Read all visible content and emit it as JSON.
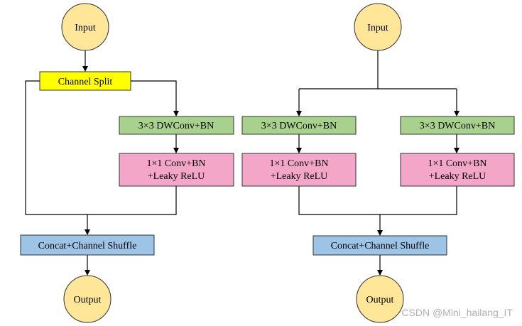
{
  "left": {
    "input": "Input",
    "channel_split": "Channel Split",
    "dwconv": "3×3 DWConv+BN",
    "conv_line1": "1×1 Conv+BN",
    "conv_line2": "+Leaky ReLU",
    "concat": "Concat+Channel Shuffle",
    "output": "Output"
  },
  "right": {
    "input": "Input",
    "dwconv_a": "3×3 DWConv+BN",
    "conv_a_line1": "1×1 Conv+BN",
    "conv_a_line2": "+Leaky ReLU",
    "dwconv_b": "3×3 DWConv+BN",
    "conv_b_line1": "1×1 Conv+BN",
    "conv_b_line2": "+Leaky ReLU",
    "concat": "Concat+Channel Shuffle",
    "output": "Output"
  },
  "watermark": "CSDN @Mini_hailang_IT",
  "colors": {
    "circle_fill": "#FFE699",
    "circle_stroke": "#555555",
    "split_fill": "#FFFF00",
    "dwconv_fill": "#A9D18E",
    "conv_fill": "#F4A6C8",
    "concat_fill": "#9DC3E6"
  }
}
